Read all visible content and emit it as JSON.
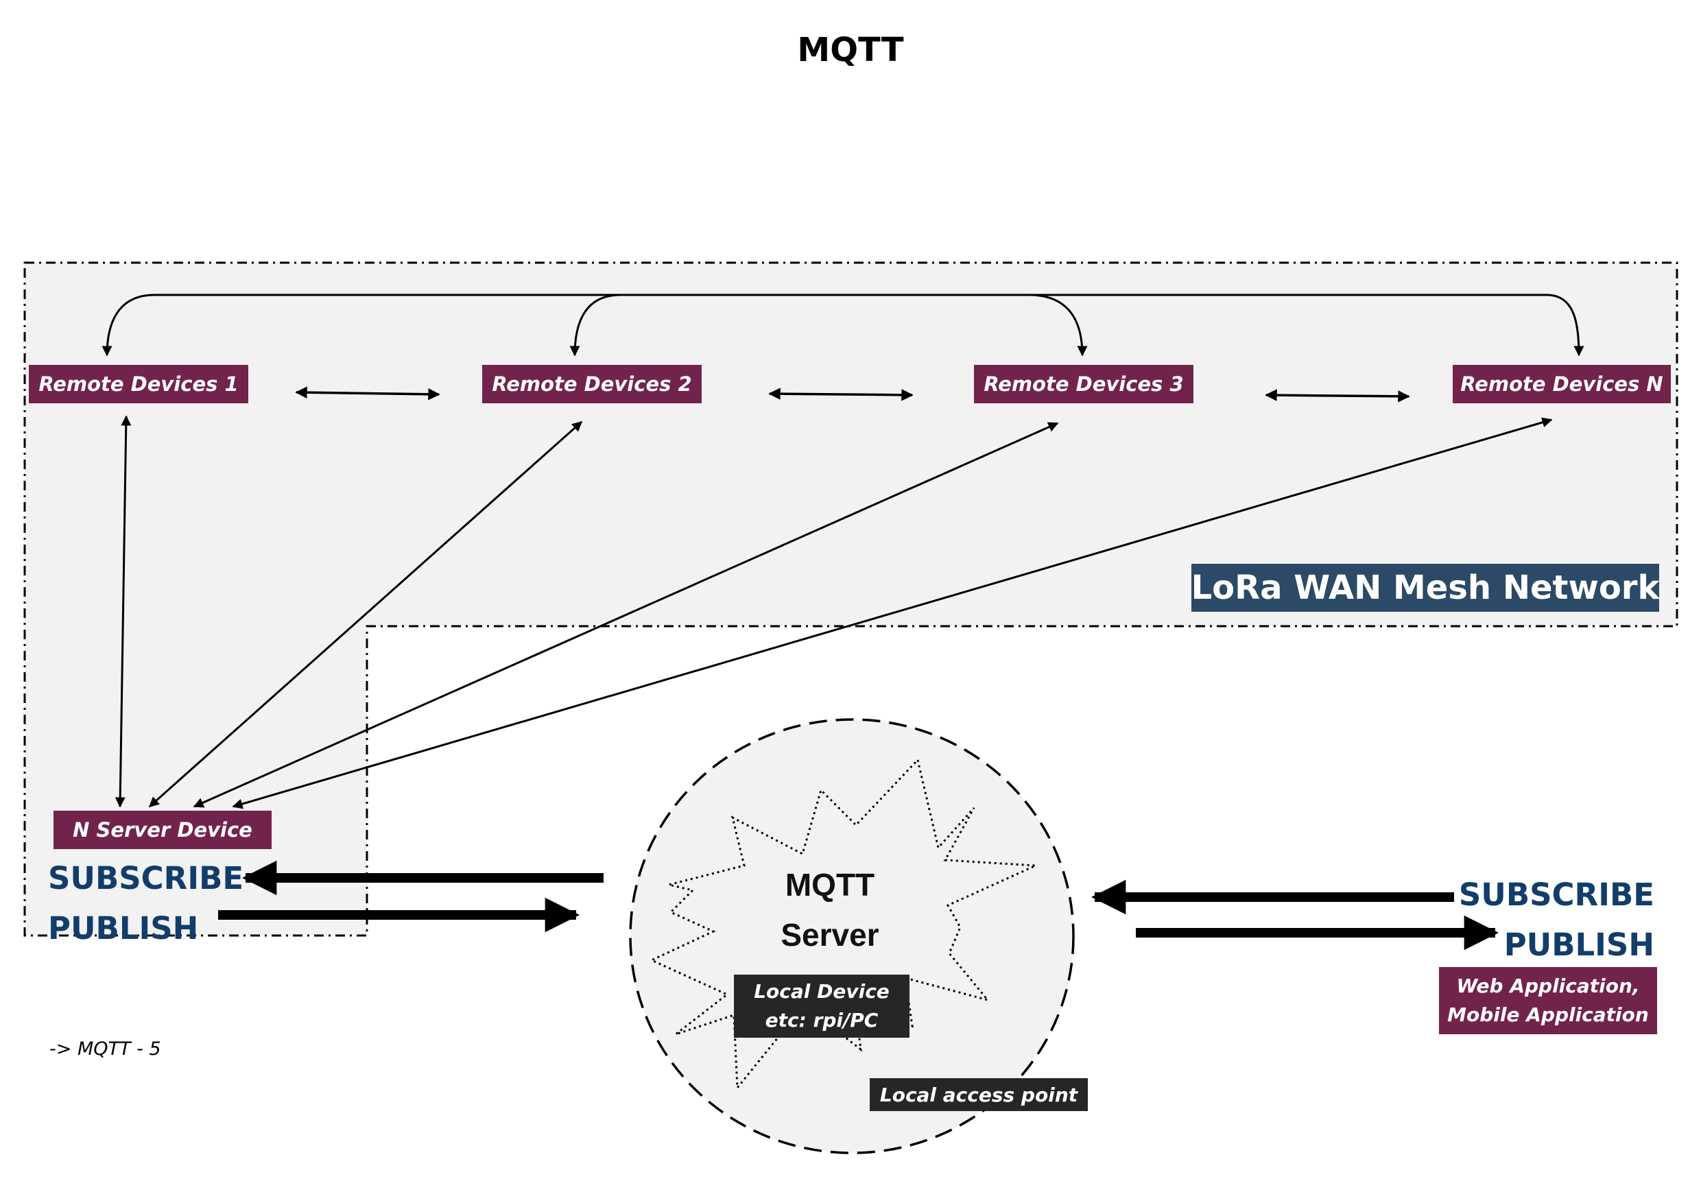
{
  "title": "MQTT",
  "remote_devices": [
    "Remote  Devices 1",
    "Remote  Devices 2",
    "Remote  Devices 3",
    "Remote  Devices N"
  ],
  "network_label": "LoRa WAN Mesh Network",
  "server_device": "N Server Device",
  "left_client": {
    "subscribe": "SUBSCRIBE",
    "publish": "PUBLISH"
  },
  "right_client": {
    "subscribe": "SUBSCRIBE",
    "publish": "PUBLISH"
  },
  "mqtt_server": {
    "line1": "MQTT",
    "line2": "Server"
  },
  "local_device": {
    "line1": "Local Device",
    "line2": "etc: rpi/PC"
  },
  "local_access_point": "Local access point",
  "web_app": {
    "line1": "Web Application,",
    "line2": "Mobile Application"
  },
  "footnote": "-> MQTT  - 5",
  "colors": {
    "maroon": "#72234c",
    "navy_box": "#2b4a67",
    "navy_text": "#113d6b",
    "dark": "#262626",
    "region_fill": "#f2f2f2"
  }
}
